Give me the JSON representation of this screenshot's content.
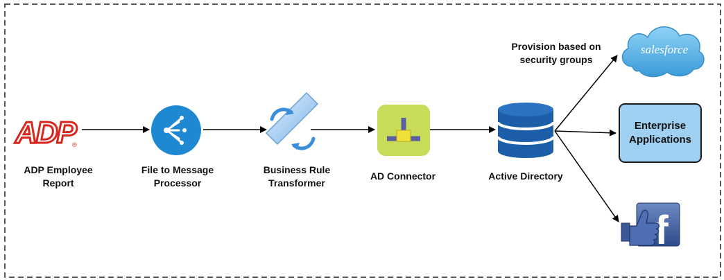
{
  "nodes": {
    "adp": {
      "logo_text": "ADP",
      "reg_mark": "®",
      "label_line1": "ADP Employee",
      "label_line2": "Report"
    },
    "file_processor": {
      "label_line1": "File to Message",
      "label_line2": "Processor"
    },
    "business_rule": {
      "label_line1": "Business Rule",
      "label_line2": "Transformer"
    },
    "ad_connector": {
      "label": "AD Connector"
    },
    "active_directory": {
      "label": "Active Directory"
    },
    "salesforce": {
      "logo_text": "salesforce"
    },
    "enterprise": {
      "label_line1": "Enterprise",
      "label_line2": "Applications"
    },
    "facebook": {
      "logo_text": "f"
    }
  },
  "annotation": {
    "line1": "Provision based on",
    "line2": "security groups"
  },
  "colors": {
    "adp_red": "#d7261e",
    "processor_blue": "#1e88d2",
    "connector_green": "#c8dc5a",
    "directory_blue": "#1c5fa8",
    "salesforce_blue": "#5cb6e8",
    "enterprise_fill": "#9fd0f2",
    "facebook_blue": "#3b5998"
  },
  "icons": [
    "adp-logo",
    "share-icon",
    "transform-icon",
    "connector-icon",
    "database-icon",
    "salesforce-cloud-icon",
    "facebook-like-icon"
  ]
}
